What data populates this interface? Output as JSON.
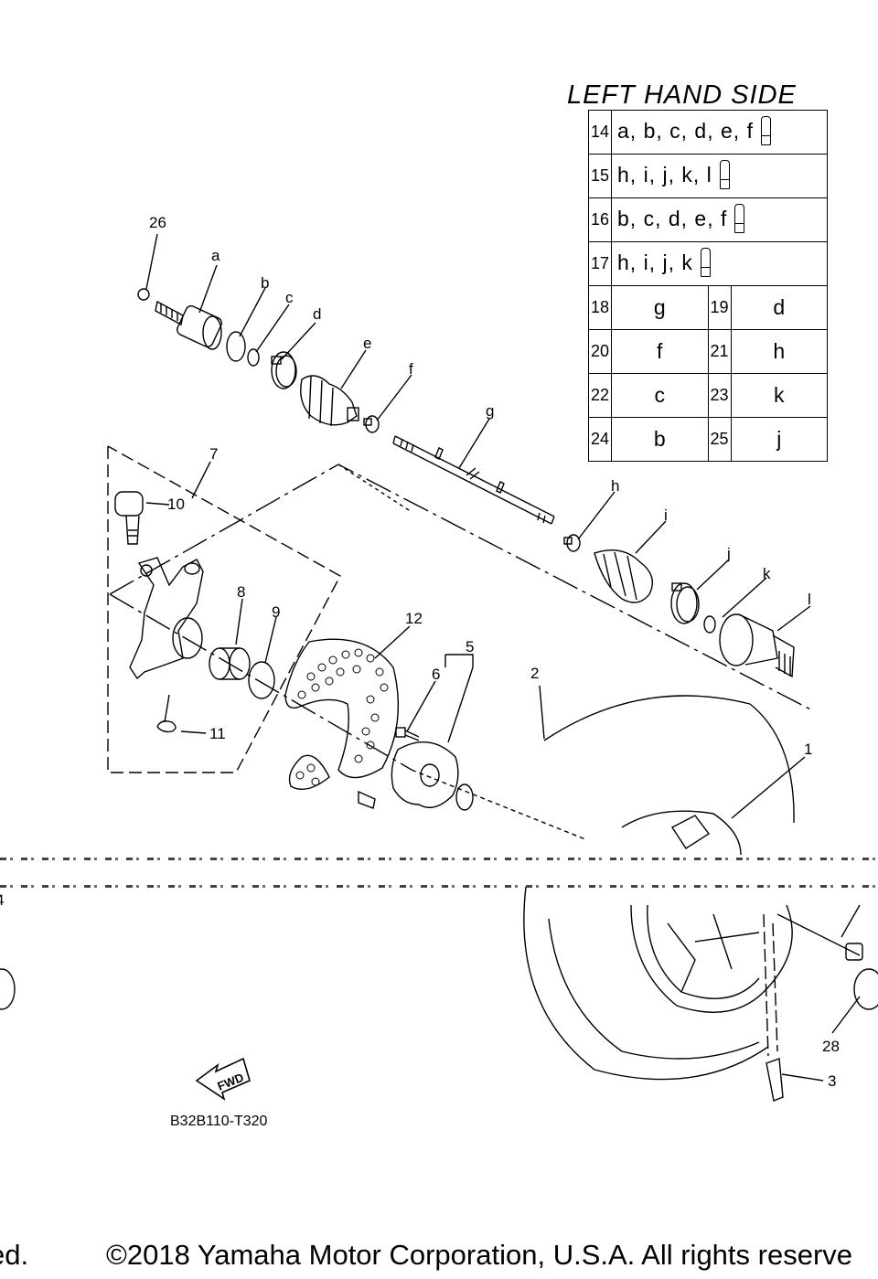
{
  "kit": {
    "title": "LEFT HAND SIDE",
    "rows": [
      {
        "num": "14",
        "parts": "a, b, c, d, e, f"
      },
      {
        "num": "15",
        "parts": "h, i, j, k, l"
      },
      {
        "num": "16",
        "parts": "b, c, d, e, f"
      },
      {
        "num": "17",
        "parts": "h, i, j, k"
      }
    ],
    "pairs": [
      {
        "n1": "18",
        "v1": "g",
        "n2": "19",
        "v2": "d"
      },
      {
        "n1": "20",
        "v1": "f",
        "n2": "21",
        "v2": "h"
      },
      {
        "n1": "22",
        "v1": "c",
        "n2": "23",
        "v2": "k"
      },
      {
        "n1": "24",
        "v1": "b",
        "n2": "25",
        "v2": "j"
      }
    ]
  },
  "callouts": {
    "c26": "26",
    "a": "a",
    "b": "b",
    "c": "c",
    "d": "d",
    "e": "e",
    "f": "f",
    "g": "g",
    "h": "h",
    "i": "i",
    "j": "j",
    "k": "k",
    "l": "l",
    "c7": "7",
    "c10": "10",
    "c8": "8",
    "c9": "9",
    "c12": "12",
    "c5": "5",
    "c6": "6",
    "c2": "2",
    "c1": "1",
    "c11": "11",
    "c28": "28",
    "c3": "3",
    "c4": "4"
  },
  "fwd_label": "FWD",
  "diagram_code": "B32B110-T320",
  "copyright_left": "ed.",
  "copyright": "©2018 Yamaha Motor Corporation, U.S.A. All rights reserve"
}
